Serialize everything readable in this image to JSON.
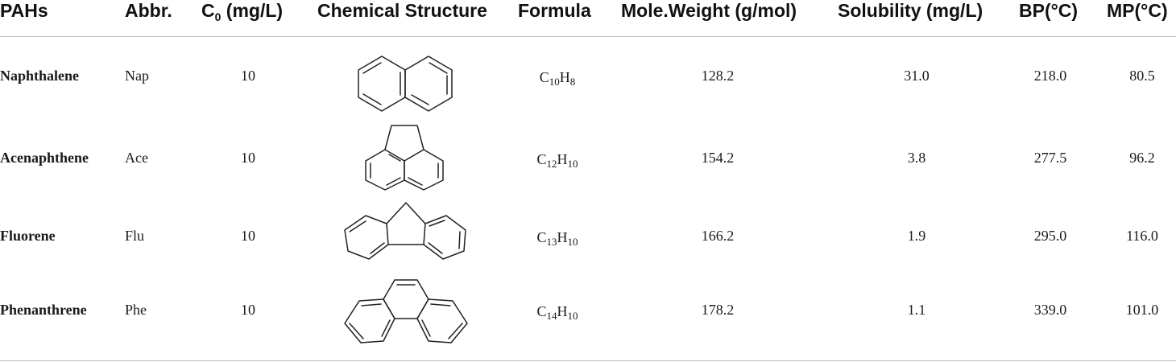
{
  "headers": {
    "pahs": "PAHs",
    "abbr": "Abbr.",
    "c0_main": "C",
    "c0_sub": "0",
    "c0_unit": " (mg/L)",
    "structure": "Chemical Structure",
    "formula": "Formula",
    "mw": "Mole.Weight (g/mol)",
    "solubility": "Solubility (mg/L)",
    "bp": "BP(°C)",
    "mp": "MP(°C)"
  },
  "rows": [
    {
      "name": "Naphthalene",
      "abbr": "Nap",
      "c0": "10",
      "structure_icon": "naphthalene-structure",
      "formula": {
        "c": "C",
        "cn": "10",
        "h": "H",
        "hn": "8"
      },
      "mw": "128.2",
      "solubility": "31.0",
      "bp": "218.0",
      "mp": "80.5"
    },
    {
      "name": "Acenaphthene",
      "abbr": "Ace",
      "c0": "10",
      "structure_icon": "acenaphthene-structure",
      "formula": {
        "c": "C",
        "cn": "12",
        "h": "H",
        "hn": "10"
      },
      "mw": "154.2",
      "solubility": "3.8",
      "bp": "277.5",
      "mp": "96.2"
    },
    {
      "name": "Fluorene",
      "abbr": "Flu",
      "c0": "10",
      "structure_icon": "fluorene-structure",
      "formula": {
        "c": "C",
        "cn": "13",
        "h": "H",
        "hn": "10"
      },
      "mw": "166.2",
      "solubility": "1.9",
      "bp": "295.0",
      "mp": "116.0"
    },
    {
      "name": "Phenanthrene",
      "abbr": "Phe",
      "c0": "10",
      "structure_icon": "phenanthrene-structure",
      "formula": {
        "c": "C",
        "cn": "14",
        "h": "H",
        "hn": "10"
      },
      "mw": "178.2",
      "solubility": "1.1",
      "bp": "339.0",
      "mp": "101.0"
    }
  ]
}
